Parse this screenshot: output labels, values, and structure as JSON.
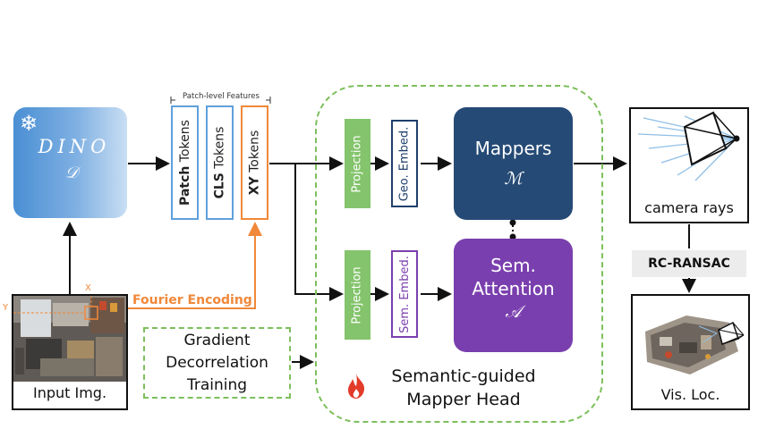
{
  "backbone": {
    "title": "DINO",
    "symbol": "𝒟",
    "icon": "snowflake-icon"
  },
  "tokens": {
    "group_label": "Patch-level Features",
    "patch": {
      "bold": "Patch",
      "rest": " Tokens"
    },
    "cls": {
      "bold": "CLS",
      "rest": " Tokens"
    },
    "xy": {
      "bold": "XY",
      "rest": " Tokens"
    }
  },
  "head": {
    "projection_top": "Projection",
    "projection_bottom": "Projection",
    "geo_embed": "Geo. Embed.",
    "sem_embed": "Sem. Embed.",
    "mappers_label": "Mappers",
    "mappers_symbol": "ℳ",
    "attention_label_1": "Sem.",
    "attention_label_2": "Attention",
    "attention_symbol": "𝒜",
    "title_line1": "Semantic-guided",
    "title_line2": "Mapper Head",
    "icon": "fire-icon"
  },
  "training": {
    "line1": "Gradient",
    "line2": "Decorrelation",
    "line3": "Training"
  },
  "input": {
    "caption": "Input Img.",
    "fourier": "Fourier Encoding",
    "axis_x": "X",
    "axis_y": "Y"
  },
  "output": {
    "rays_caption": "camera rays",
    "ransac": "RC-RANSAC",
    "vis_caption": "Vis. Loc."
  },
  "colors": {
    "dino_blue": "#4a8fd4",
    "token_blue": "#5fa0dc",
    "token_orange": "#f0883a",
    "head_green": "#7dbf5c",
    "mappers_navy": "#254a75",
    "attention_purple": "#7a3fae"
  }
}
